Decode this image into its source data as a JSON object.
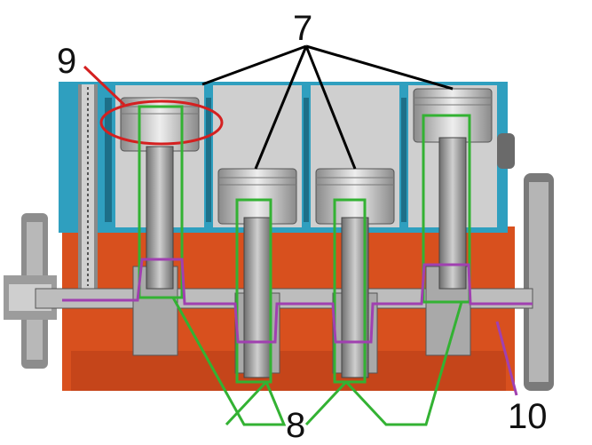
{
  "labels": {
    "pistons": "7",
    "connecting_rods": "8",
    "piston_pin": "9",
    "crankshaft": "10"
  },
  "colors": {
    "block_orange": "#d8501e",
    "coolant_blue": "#2f9fbf",
    "metal_light": "#d9d9d9",
    "metal_mid": "#9e9e9e",
    "metal_dark": "#555555",
    "callout_black": "#000000",
    "callout_red": "#d42020",
    "callout_green": "#33b233",
    "callout_purple": "#a040b0"
  }
}
